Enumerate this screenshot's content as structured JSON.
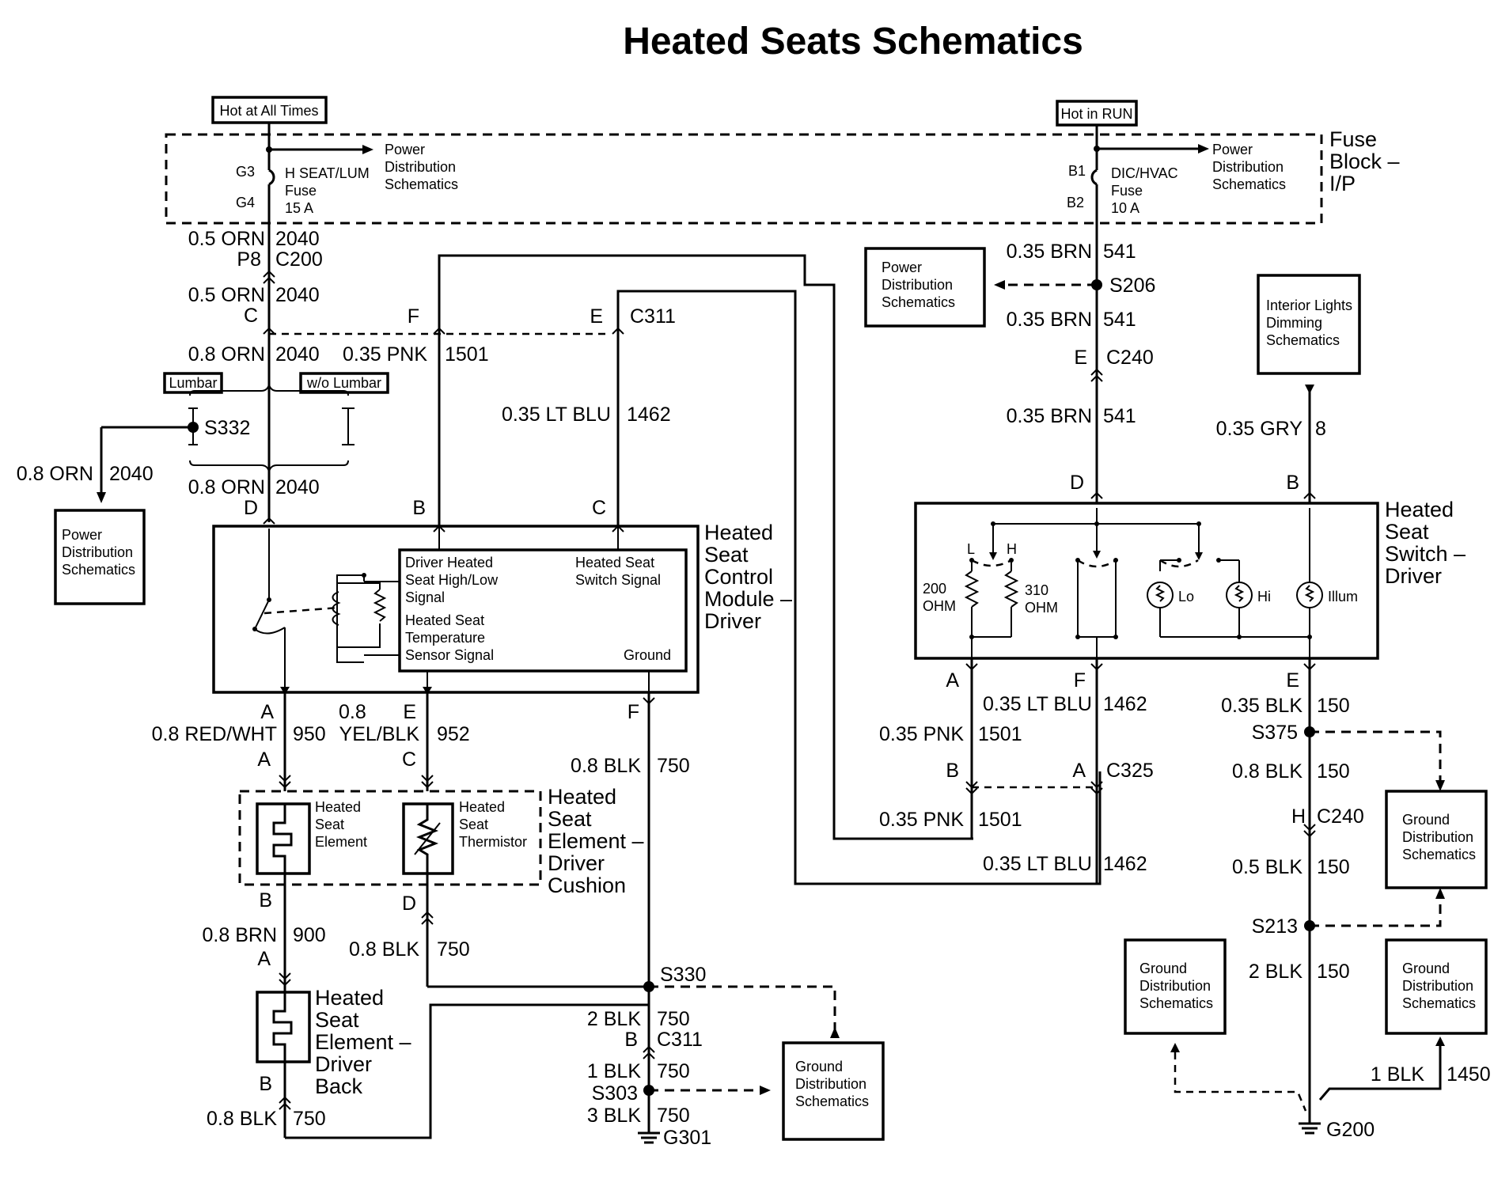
{
  "title": "Heated Seats Schematics",
  "fuse_block": {
    "hot_all_times": "Hot at All Times",
    "hot_in_run": "Hot in RUN",
    "label_line1": "Fuse",
    "label_line2": "Block –",
    "label_line3": "I/P",
    "fuse_left": {
      "pin_top": "G3",
      "pin_bottom": "G4",
      "name1": "H SEAT/LUM",
      "name2": "Fuse",
      "rating": "15 A"
    },
    "fuse_right": {
      "pin_top": "B1",
      "pin_bottom": "B2",
      "name1": "DIC/HVAC",
      "name2": "Fuse",
      "rating": "10 A"
    },
    "pd_line1": "Power",
    "pd_line2": "Distribution",
    "pd_line3": "Schematics"
  },
  "wires": {
    "w_05orn": "0.5 ORN",
    "c2040": "2040",
    "p8": "P8",
    "c200": "C200",
    "c": "C",
    "w_08orn": "0.8 ORN",
    "w_035pnk": "0.35 PNK",
    "c1501": "1501",
    "f": "F",
    "e": "E",
    "c311": "C311",
    "w_035ltblu": "0.35 LT BLU",
    "c1462": "1462",
    "lumbar": "Lumbar",
    "wo_lumbar": "w/o Lumbar",
    "s332": "S332",
    "d": "D",
    "b": "B",
    "c_pin": "C",
    "w_035brn": "0.35 BRN",
    "c541": "541",
    "s206": "S206",
    "c240": "C240",
    "w_035gry": "0.35 GRY",
    "c8": "8",
    "a": "A",
    "w_08redwht": "0.8 RED/WHT",
    "c950": "950",
    "w_08": "0.8",
    "yelblk": "YEL/BLK",
    "c952": "952",
    "w_08blk": "0.8 BLK",
    "c750": "750",
    "w_08brn": "0.8 BRN",
    "c900": "900",
    "s330": "S330",
    "w_2blk": "2 BLK",
    "w_1blk": "1 BLK",
    "s303": "S303",
    "w_3blk": "3 BLK",
    "g301": "G301",
    "w_035blk": "0.35 BLK",
    "c150": "150",
    "s375": "S375",
    "h": "H",
    "w_05blk": "0.5 BLK",
    "s213": "S213",
    "c1450": "1450",
    "g200": "G200",
    "c325": "C325"
  },
  "components": {
    "module_l1": "Heated",
    "module_l2": "Seat",
    "module_l3": "Control",
    "module_l4": "Module –",
    "module_l5": "Driver",
    "mod_sig1a": "Driver Heated",
    "mod_sig1b": "Seat High/Low",
    "mod_sig1c": "Signal",
    "mod_sig2a": "Heated Seat",
    "mod_sig2b": "Switch Signal",
    "mod_sig3a": "Heated Seat",
    "mod_sig3b": "Temperature",
    "mod_sig3c": "Sensor Signal",
    "mod_ground": "Ground",
    "switch_l1": "Heated",
    "switch_l2": "Seat",
    "switch_l3": "Switch –",
    "switch_l4": "Driver",
    "ohm200a": "200",
    "ohm200b": "OHM",
    "ohm310a": "310",
    "ohm310b": "OHM",
    "sw_l": "L",
    "sw_h": "H",
    "lamp_lo": "Lo",
    "lamp_hi": "Hi",
    "lamp_illum": "Illum",
    "cushion_l1": "Heated",
    "cushion_l2": "Seat",
    "cushion_l3": "Element –",
    "cushion_l4": "Driver",
    "cushion_l5": "Cushion",
    "elem_a": "Heated",
    "elem_b": "Seat",
    "elem_c": "Element",
    "therm_a": "Heated",
    "therm_b": "Seat",
    "therm_c": "Thermistor",
    "back_l1": "Heated",
    "back_l2": "Seat",
    "back_l3": "Element –",
    "back_l4": "Driver",
    "back_l5": "Back",
    "ild_l1": "Interior Lights",
    "ild_l2": "Dimming",
    "ild_l3": "Schematics",
    "gd_l1": "Ground",
    "gd_l2": "Distribution",
    "gd_l3": "Schematics"
  }
}
